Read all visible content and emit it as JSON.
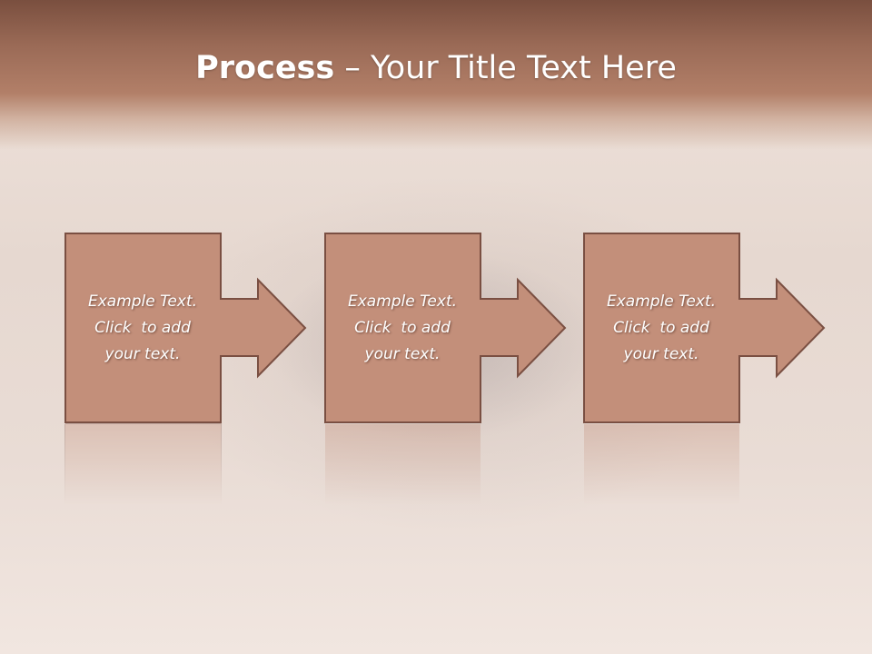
{
  "title": {
    "bold": "Process",
    "rest": " – Your Title Text Here"
  },
  "colors": {
    "box_fill": "#c38f7a",
    "box_stroke": "#7a4f42",
    "header_top": "#7a4f3f",
    "header_bottom": "#b27f68"
  },
  "steps": [
    {
      "line1": "Example Text.",
      "line2": "Click  to add",
      "line3": "your text."
    },
    {
      "line1": "Example Text.",
      "line2": "Click  to add",
      "line3": "your text."
    },
    {
      "line1": "Example Text.",
      "line2": "Click  to add",
      "line3": "your text."
    }
  ]
}
